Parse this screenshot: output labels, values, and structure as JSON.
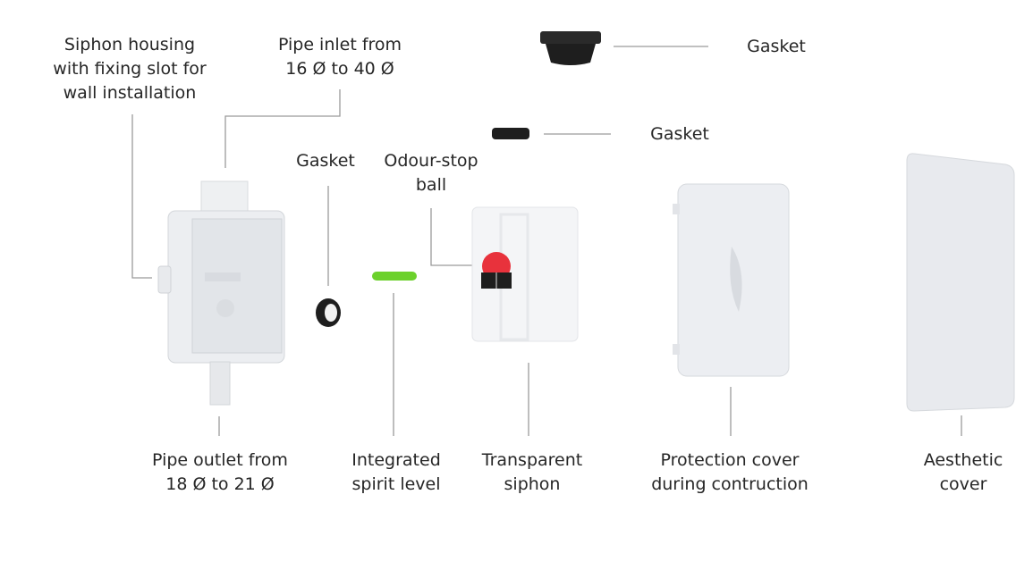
{
  "labels": {
    "siphon_housing": [
      "Siphon housing",
      "with fixing slot for",
      "wall installation"
    ],
    "pipe_inlet": [
      "Pipe inlet from",
      "16 Ø to 40 Ø"
    ],
    "gasket_top": [
      "Gasket"
    ],
    "gasket_mid": [
      "Gasket"
    ],
    "gasket_left": [
      "Gasket"
    ],
    "odour_ball": [
      "Odour-stop",
      "ball"
    ],
    "pipe_outlet": [
      "Pipe outlet from",
      "18 Ø to 21 Ø"
    ],
    "spirit_level": [
      "Integrated",
      "spirit level"
    ],
    "transparent_siphon": [
      "Transparent",
      "siphon"
    ],
    "protection_cover": [
      "Protection cover",
      "during contruction"
    ],
    "aesthetic_cover": [
      "Aesthetic",
      "cover"
    ]
  },
  "colors": {
    "leader_line": "#9a9a9a",
    "part_white": "#eceef1",
    "gasket_black": "#1e1e1e",
    "spirit_level_green": "#6cd12c",
    "ball_red": "#e8323c"
  }
}
